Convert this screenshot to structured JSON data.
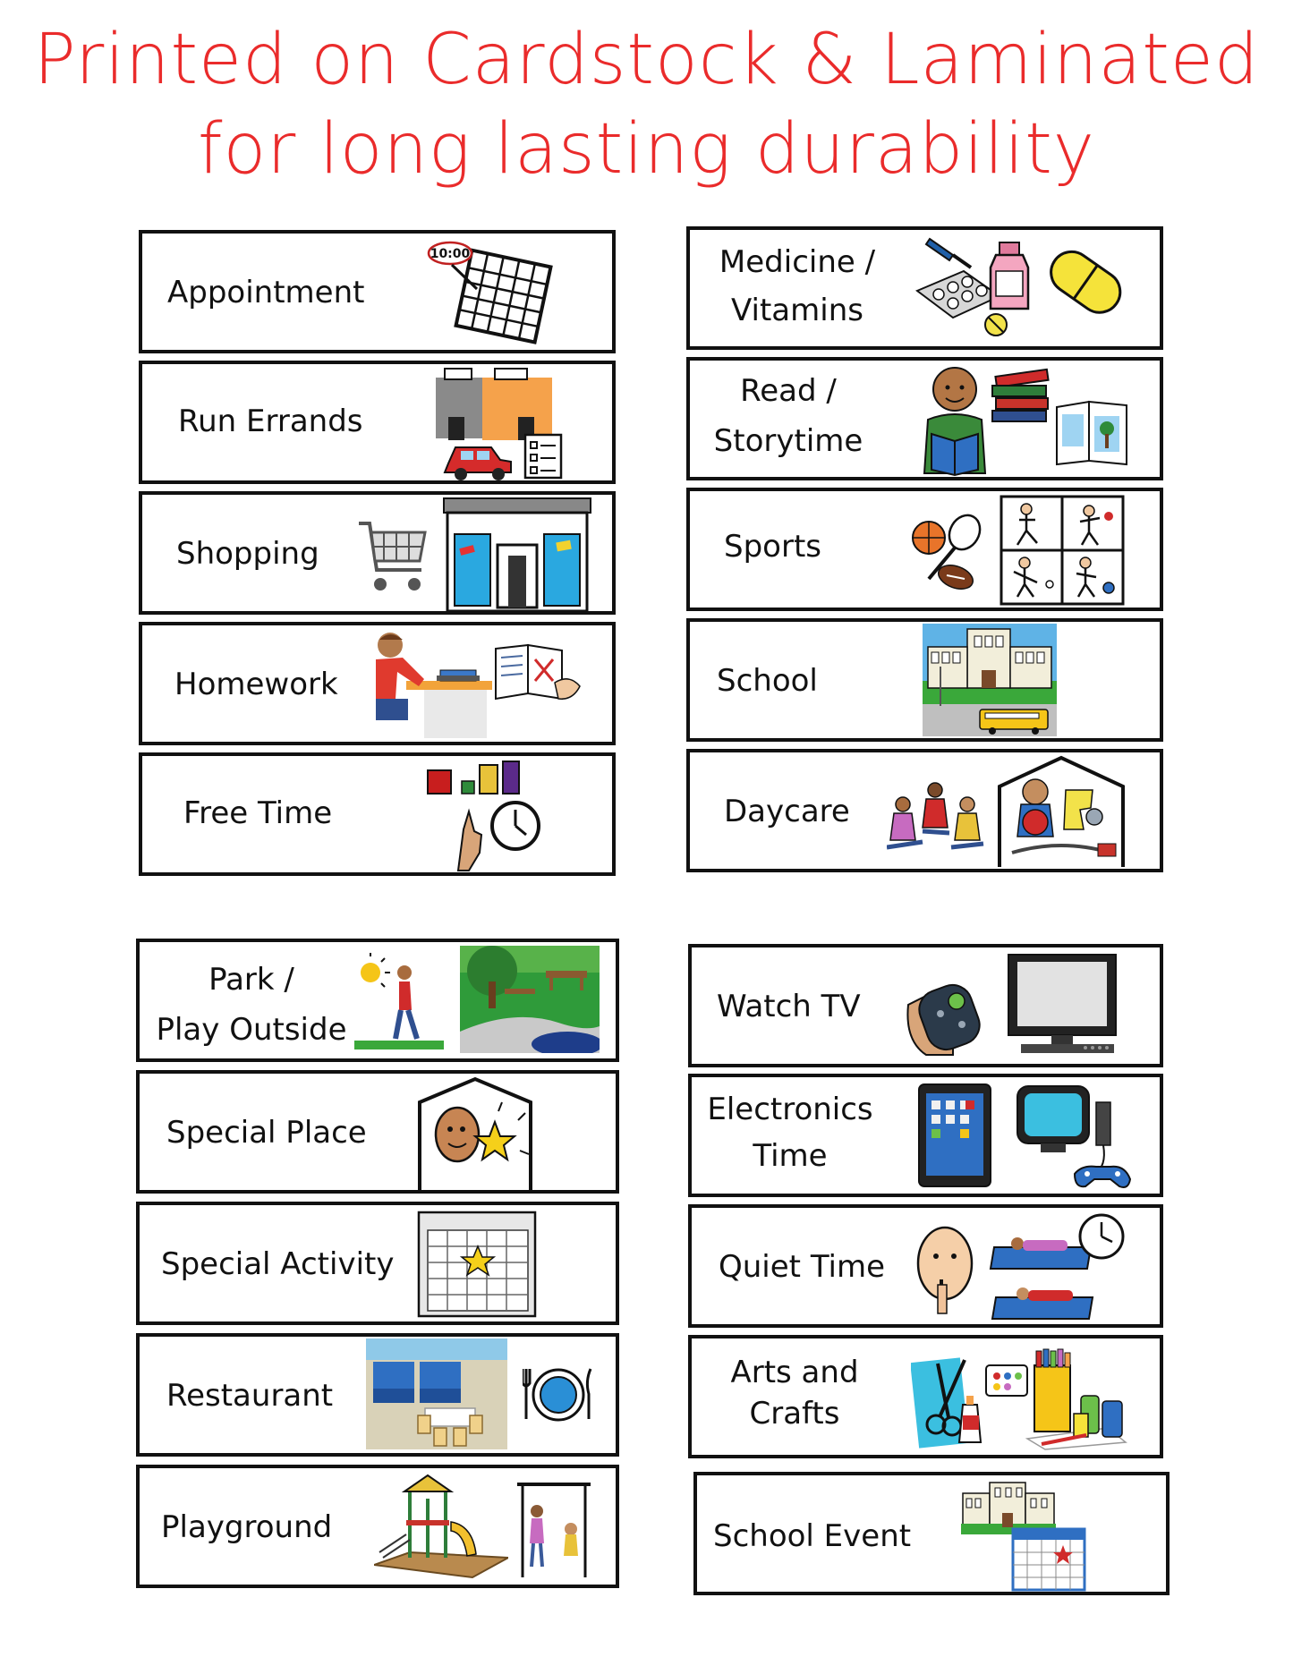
{
  "header": {
    "line1": "Printed on Cardstock & Laminated",
    "line2": "for long lasting durability"
  },
  "colors": {
    "title": "#ea2b2b",
    "border": "#111111"
  },
  "cards": {
    "appointment": {
      "label": "Appointment",
      "clock": "10:00",
      "icon": "calendar-icon"
    },
    "medicine": {
      "line1": "Medicine /",
      "line2": "Vitamins",
      "icon": "medicine-icon"
    },
    "errands": {
      "label": "Run Errands",
      "icon": "store-car-icon"
    },
    "read": {
      "line1": "Read /",
      "line2": "Storytime",
      "icon": "reading-icon"
    },
    "shopping": {
      "label": "Shopping",
      "icon": "shopping-cart-icon"
    },
    "sports": {
      "label": "Sports",
      "icon": "sports-icon"
    },
    "homework": {
      "label": "Homework",
      "icon": "homework-icon"
    },
    "school": {
      "label": "School",
      "icon": "school-building-icon"
    },
    "freetime": {
      "label": "Free Time",
      "icon": "free-time-icon"
    },
    "daycare": {
      "label": "Daycare",
      "icon": "daycare-icon"
    },
    "park": {
      "line1": "Park /",
      "line2": "Play Outside",
      "icon": "park-icon"
    },
    "tv": {
      "label": "Watch TV",
      "icon": "tv-icon"
    },
    "specialplace": {
      "label": "Special Place",
      "icon": "special-place-icon"
    },
    "electronics": {
      "line1": "Electronics",
      "line2": "Time",
      "icon": "electronics-icon"
    },
    "specialactivity": {
      "label": "Special Activity",
      "icon": "special-activity-icon"
    },
    "quiet": {
      "label": "Quiet Time",
      "icon": "quiet-time-icon"
    },
    "restaurant": {
      "label": "Restaurant",
      "icon": "restaurant-icon"
    },
    "arts": {
      "line1": "Arts and",
      "line2": "Crafts",
      "icon": "arts-crafts-icon"
    },
    "playground": {
      "label": "Playground",
      "icon": "playground-icon"
    },
    "schoolevent": {
      "label": "School Event",
      "icon": "school-event-icon"
    }
  }
}
